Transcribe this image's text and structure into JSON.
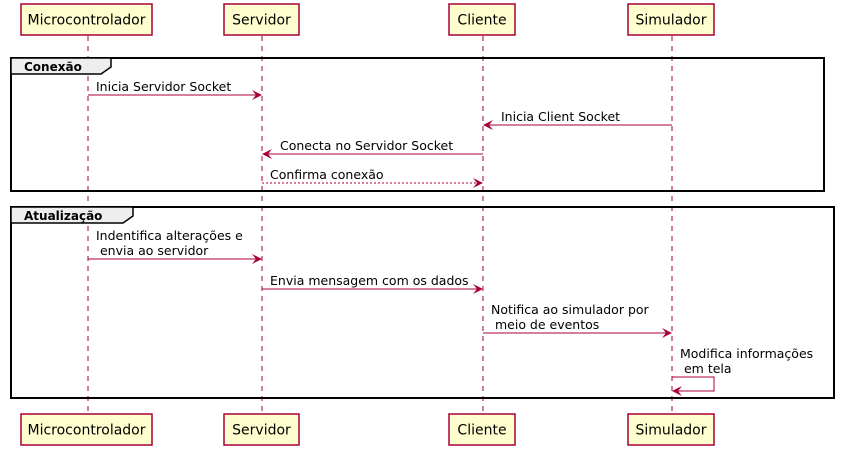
{
  "participants": [
    {
      "id": "micro",
      "label": "Microcontrolador"
    },
    {
      "id": "servidor",
      "label": "Servidor"
    },
    {
      "id": "cliente",
      "label": "Cliente"
    },
    {
      "id": "simulador",
      "label": "Simulador"
    }
  ],
  "groups": [
    {
      "label": "Conexão"
    },
    {
      "label": "Atualização"
    }
  ],
  "messages": [
    {
      "from": "micro",
      "to": "servidor",
      "lines": [
        "Inicia Servidor Socket"
      ],
      "style": "solid"
    },
    {
      "from": "simulador",
      "to": "cliente",
      "lines": [
        "Inicia Client Socket"
      ],
      "style": "solid"
    },
    {
      "from": "cliente",
      "to": "servidor",
      "lines": [
        "Conecta no Servidor Socket"
      ],
      "style": "solid"
    },
    {
      "from": "servidor",
      "to": "cliente",
      "lines": [
        "Confirma conexão"
      ],
      "style": "dashed"
    },
    {
      "from": "micro",
      "to": "servidor",
      "lines": [
        "Indentifica alterações e",
        " envia ao servidor"
      ],
      "style": "solid"
    },
    {
      "from": "servidor",
      "to": "cliente",
      "lines": [
        "Envia mensagem com os dados"
      ],
      "style": "solid"
    },
    {
      "from": "cliente",
      "to": "simulador",
      "lines": [
        "Notifica ao simulador por",
        " meio de eventos"
      ],
      "style": "solid"
    },
    {
      "from": "simulador",
      "to": "simulador",
      "lines": [
        "Modifica informações",
        " em tela"
      ],
      "style": "solid"
    }
  ],
  "colors": {
    "accent": "#A80036",
    "participant_fill": "#FEFECE",
    "frame_tab_fill": "#EEEEEE"
  }
}
